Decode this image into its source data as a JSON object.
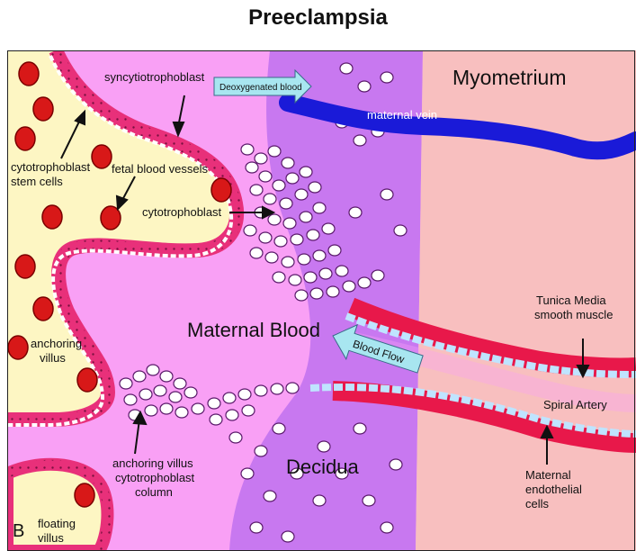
{
  "title": "Preeclampsia",
  "panel_letter": "B",
  "labels": {
    "myometrium": "Myometrium",
    "maternal_vein": "maternal vein",
    "deoxygenated_blood": "Deoxygenated blood",
    "syncytiotrophoblast": "syncytiotrophoblast",
    "cytotrophoblast_stem_cells_1": "cytotrophoblast",
    "cytotrophoblast_stem_cells_2": "stem cells",
    "fetal_blood_vessels": "fetal blood vessels",
    "cytotrophoblast": "cytotrophoblast",
    "maternal_blood": "Maternal Blood",
    "anchoring_villus_1": "anchoring",
    "anchoring_villus_2": "villus",
    "blood_flow": "Blood Flow",
    "tunica_media_1": "Tunica Media",
    "tunica_media_2": "smooth muscle",
    "spiral_artery": "Spiral Artery",
    "anchoring_column_1": "anchoring villus",
    "anchoring_column_2": "cytotrophoblast",
    "anchoring_column_3": "column",
    "decidua": "Decidua",
    "maternal_endothelial_1": "Maternal",
    "maternal_endothelial_2": "endothelial",
    "maternal_endothelial_3": "cells",
    "floating_villus_1": "floating",
    "floating_villus_2": "villus"
  },
  "colors": {
    "villus_core": "#fdf6c3",
    "maternal_blood": "#f9a0f5",
    "decidua": "#c878f0",
    "myometrium": "#f8bfbf",
    "syncytio": "#e8307a",
    "vein": "#1a1ad8",
    "artery_muscle": "#e8184a",
    "endothelium": "#bfe4ff",
    "rbc": "#d81818",
    "arrow_fill": "#a8e6f0"
  }
}
